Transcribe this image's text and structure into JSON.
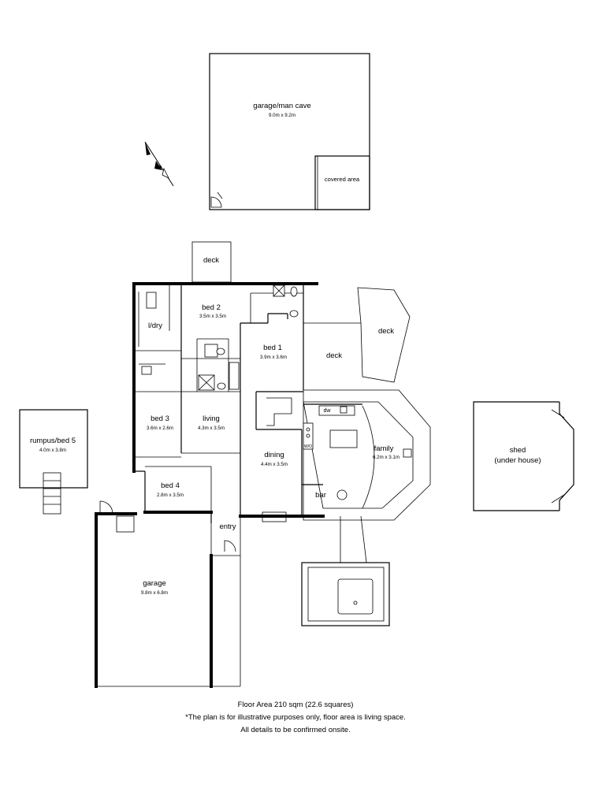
{
  "rooms": {
    "garage_man_cave": {
      "name": "garage/man cave",
      "size": "9.0m x 9.2m"
    },
    "covered_area": {
      "name": "covered area"
    },
    "deck_top": {
      "name": "deck"
    },
    "bed2": {
      "name": "bed 2",
      "size": "3.5m x 3.5m"
    },
    "ldry": {
      "name": "l/dry"
    },
    "bed1": {
      "name": "bed 1",
      "size": "3.9m x 3.6m"
    },
    "deck_mid": {
      "name": "deck"
    },
    "deck_right": {
      "name": "deck"
    },
    "bed3": {
      "name": "bed 3",
      "size": "3.6m x 2.6m"
    },
    "living": {
      "name": "living",
      "size": "4.3m x 3.5m"
    },
    "rumpus": {
      "name": "rumpus/bed 5",
      "size": "4.0m x 3.8m"
    },
    "shed": {
      "name": "shed",
      "note": "(under house)"
    },
    "family": {
      "name": "family",
      "size": "6.2m x 3.1m"
    },
    "dining": {
      "name": "dining",
      "size": "4.4m x 3.5m"
    },
    "bed4": {
      "name": "bed 4",
      "size": "2.8m x 3.5m"
    },
    "bar": {
      "name": "bar"
    },
    "entry": {
      "name": "entry"
    },
    "garage": {
      "name": "garage",
      "size": "9.8m x 6.8m"
    }
  },
  "fixtures": {
    "dw": "dw",
    "wo": "W/O"
  },
  "footer": {
    "area": "Floor Area 210 sqm (22.6 squares)",
    "disclaimer": "*The plan is for illustrative purposes only, floor area is living space.",
    "confirm": "All details to be confirmed onsite."
  }
}
